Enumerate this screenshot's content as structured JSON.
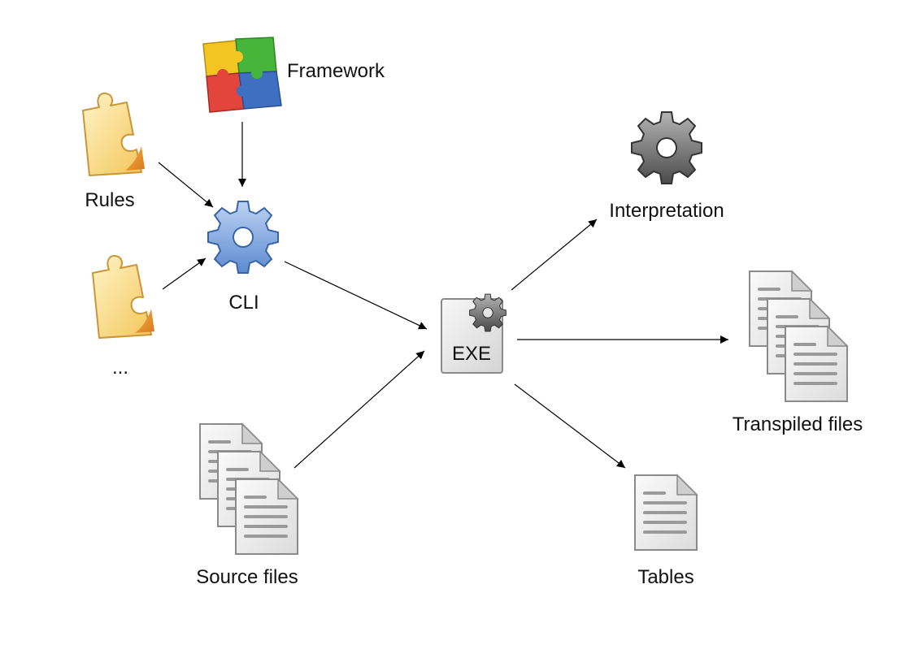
{
  "labels": {
    "framework": "Framework",
    "rules": "Rules",
    "more": "...",
    "cli": "CLI",
    "exe": "EXE",
    "source_files": "Source files",
    "interpretation": "Interpretation",
    "transpiled_files": "Transpiled files",
    "tables": "Tables"
  },
  "icons": {
    "framework": "multicolor-puzzle-icon",
    "rules": "puzzle-piece-icon",
    "more": "puzzle-piece-icon",
    "cli": "blue-gear-icon",
    "exe": "executable-file-icon",
    "source_files": "document-stack-icon",
    "interpretation": "gray-gear-icon",
    "transpiled_files": "document-stack-icon",
    "tables": "document-icon"
  },
  "colors": {
    "puzzle_yellow": "#f7d36b",
    "puzzle_orange": "#e8902a",
    "framework_yellow": "#f3c522",
    "framework_green": "#46b53a",
    "framework_red": "#e3453c",
    "framework_blue": "#3f6fc0",
    "gear_blue": "#7fa7de",
    "gear_gray": "#6e6e6e",
    "document": "#e6e6e6"
  },
  "edges": [
    {
      "from": "framework",
      "to": "cli"
    },
    {
      "from": "rules",
      "to": "cli"
    },
    {
      "from": "more",
      "to": "cli"
    },
    {
      "from": "cli",
      "to": "exe"
    },
    {
      "from": "source_files",
      "to": "exe"
    },
    {
      "from": "exe",
      "to": "interpretation"
    },
    {
      "from": "exe",
      "to": "transpiled_files"
    },
    {
      "from": "exe",
      "to": "tables"
    }
  ]
}
